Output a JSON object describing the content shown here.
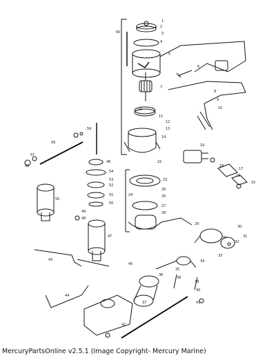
{
  "caption": "MercuryPartsOnline v2.5.1 (Image Copyright- Mercury Marine)",
  "callouts": [
    "1",
    "2",
    "3",
    "4",
    "5",
    "6",
    "7",
    "8",
    "9",
    "10",
    "11",
    "12",
    "13",
    "14",
    "15",
    "16",
    "17",
    "18",
    "19",
    "20",
    "21",
    "22",
    "23",
    "24",
    "25",
    "26",
    "27",
    "28",
    "29",
    "30",
    "31",
    "32",
    "33",
    "34",
    "35",
    "36",
    "37",
    "38",
    "39",
    "40",
    "41",
    "42",
    "43",
    "44",
    "45",
    "46",
    "47",
    "48",
    "49",
    "50",
    "51",
    "52",
    "53",
    "54",
    "55",
    "56",
    "57",
    "58",
    "59",
    "60"
  ]
}
